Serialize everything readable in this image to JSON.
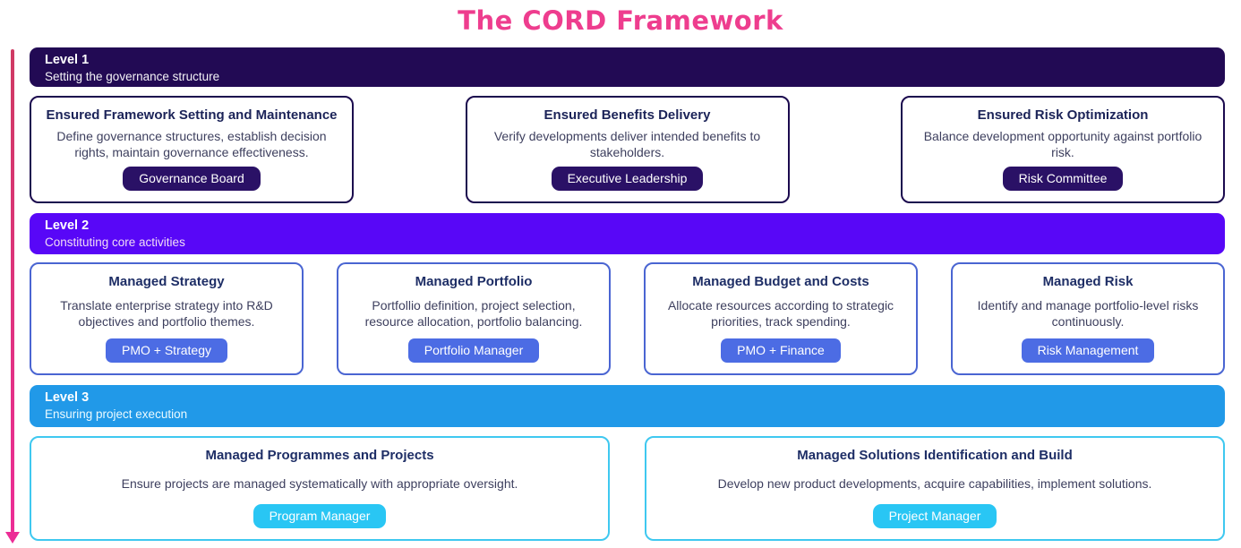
{
  "title": "The CORD Framework",
  "colors": {
    "title_pink": "#ee3d8e",
    "arrow_pink": "#ec2d96",
    "level1_bar": "#220a54",
    "level2_bar": "#5807f7",
    "level3_bar": "#2199e8",
    "level1_badge": "#2a1166",
    "level2_badge": "#4c6ce4",
    "level3_badge": "#29c6f4"
  },
  "levels": [
    {
      "label": "Level 1",
      "subtitle": "Setting the governance structure",
      "cards": [
        {
          "title": "Ensured Framework Setting and Maintenance",
          "description": "Define governance structures, establish decision rights, maintain governance effectiveness.",
          "badge": "Governance Board"
        },
        {
          "title": "Ensured Benefits Delivery",
          "description": "Verify developments deliver intended benefits to stakeholders.",
          "badge": "Executive Leadership"
        },
        {
          "title": "Ensured Risk Optimization",
          "description": "Balance development opportunity against portfolio risk.",
          "badge": "Risk Committee"
        }
      ]
    },
    {
      "label": "Level 2",
      "subtitle": "Constituting core activities",
      "cards": [
        {
          "title": "Managed Strategy",
          "description": "Translate enterprise strategy into R&D objectives and portfolio themes.",
          "badge": "PMO + Strategy"
        },
        {
          "title": "Managed Portfolio",
          "description": "Portfollio definition, project selection, resource allocation, portfolio balancing.",
          "badge": "Portfolio Manager"
        },
        {
          "title": "Managed Budget and Costs",
          "description": "Allocate resources according to strategic priorities, track spending.",
          "badge": "PMO + Finance"
        },
        {
          "title": "Managed Risk",
          "description": "Identify and manage portfolio-level risks continuously.",
          "badge": "Risk Management"
        }
      ]
    },
    {
      "label": "Level 3",
      "subtitle": "Ensuring project execution",
      "cards": [
        {
          "title": "Managed Programmes and Projects",
          "description": "Ensure projects are managed systematically with appropriate oversight.",
          "badge": "Program Manager"
        },
        {
          "title": "Managed Solutions Identification and Build",
          "description": "Develop new product developments, acquire capabilities, implement solutions.",
          "badge": "Project Manager"
        }
      ]
    }
  ]
}
